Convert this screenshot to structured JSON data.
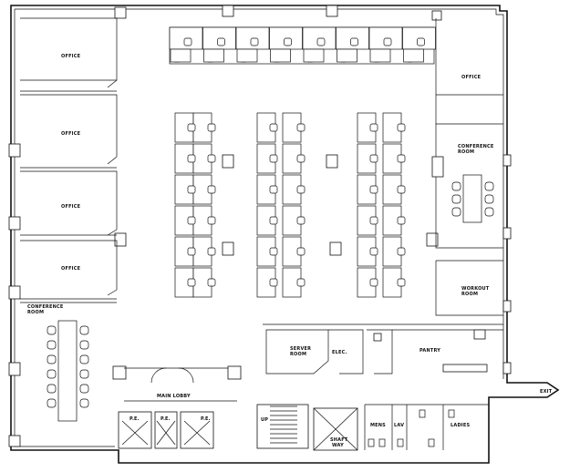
{
  "rooms": {
    "office_1": "OFFICE",
    "office_2": "OFFICE",
    "office_3": "OFFICE",
    "office_4": "OFFICE",
    "office_5": "OFFICE",
    "conference_left_line1": "CONFERENCE",
    "conference_left_line2": "ROOM",
    "conference_right_line1": "CONFERENCE",
    "conference_right_line2": "ROOM",
    "workout_line1": "WORKOUT",
    "workout_line2": "ROOM",
    "server_line1": "SERVER",
    "server_line2": "ROOM",
    "elec": "ELEC.",
    "pantry": "PANTRY",
    "main_lobby": "MAIN LOBBY",
    "pe_1": "P.E.",
    "pe_2": "P.E.",
    "pe_3": "P.E.",
    "shaft_line1": "SHAFT",
    "shaft_line2": "WAY",
    "mens": "MENS",
    "lav": "LAV",
    "ladies": "LADIES",
    "exit": "EXIT",
    "stair_up": "UP"
  }
}
